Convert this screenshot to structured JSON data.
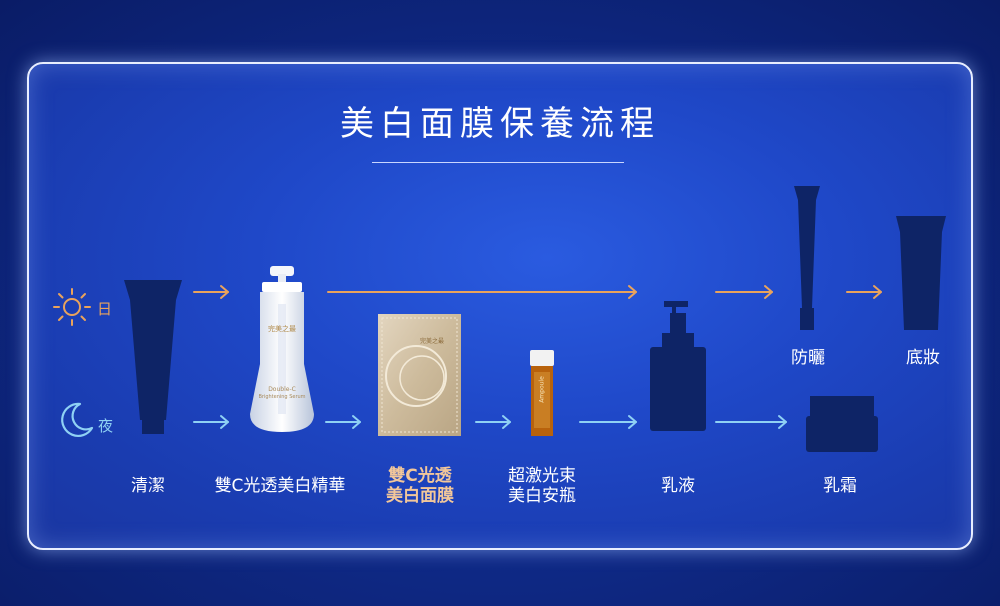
{
  "title": "美白面膜保養流程",
  "time_of_day": {
    "day_label": "日",
    "night_label": "夜"
  },
  "colors": {
    "day": "#e9a35c",
    "night": "#8fd1f4",
    "silhouette": "#0e2466"
  },
  "steps": [
    {
      "label": "清潔"
    },
    {
      "label": "雙C光透美白精華"
    },
    {
      "label_line1": "雙C光透",
      "label_line2": "美白面膜",
      "highlight": true
    },
    {
      "label_line1": "超激光束",
      "label_line2": "美白安瓶"
    },
    {
      "label": "乳液"
    },
    {
      "label": "乳霜"
    }
  ],
  "day_extras": {
    "sunscreen": "防曬",
    "foundation": "底妝"
  },
  "product_text": {
    "serum_line1": "Double-C",
    "serum_line2": "Brightening Serum",
    "ampoule": "Ampoule",
    "logo": "完美之最"
  }
}
